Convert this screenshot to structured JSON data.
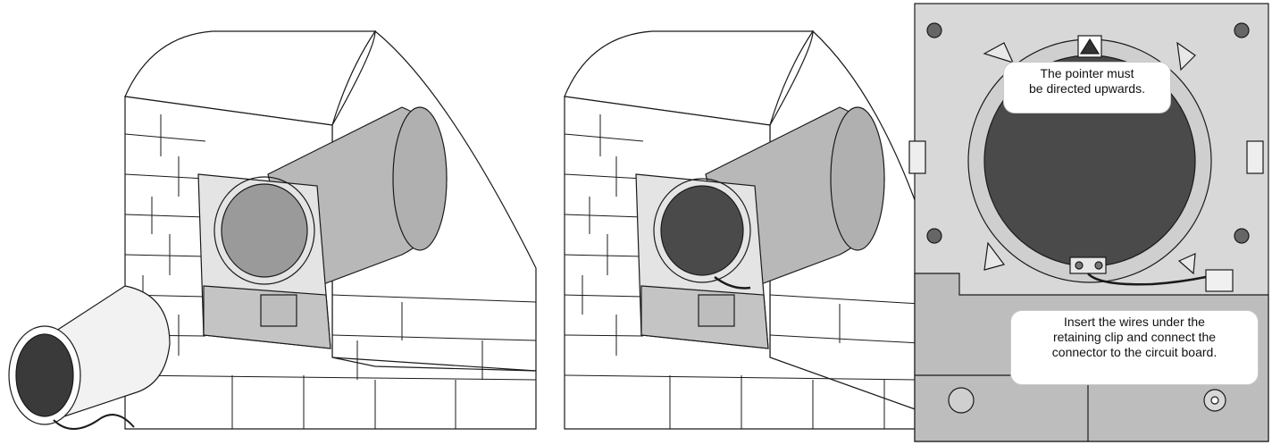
{
  "callouts": {
    "pointer": {
      "lines": [
        "The pointer must",
        "be directed upwards."
      ]
    },
    "wires": {
      "lines": [
        "Insert the wires under the",
        "retaining clip and connect the",
        "connector to the circuit board."
      ]
    }
  },
  "colors": {
    "line": "#1a1a1a",
    "duct_fill": "#b8b8b8",
    "panel_fill": "#d8d8d8",
    "opening_fill": "#4a4a4a",
    "housing_fill": "#c4c4c4"
  },
  "icons": [
    "up-triangle-pointer-icon",
    "screw-icon"
  ]
}
